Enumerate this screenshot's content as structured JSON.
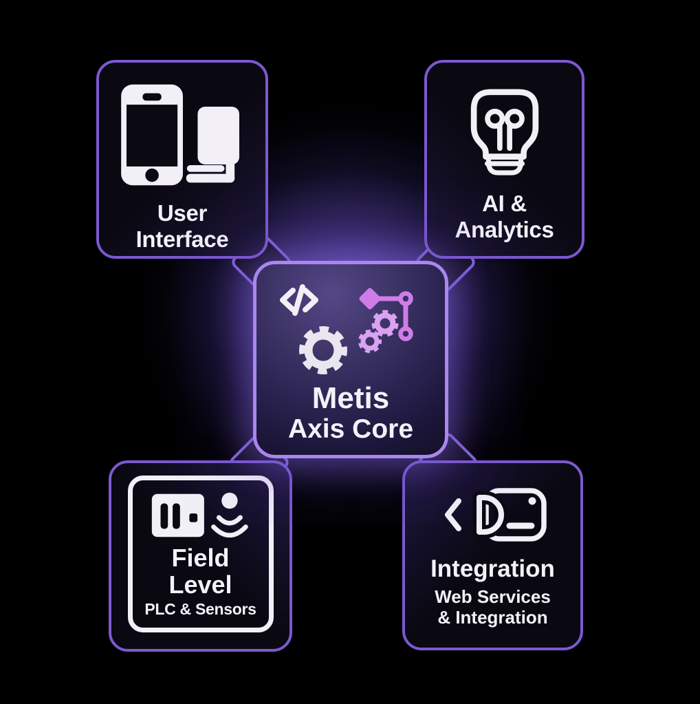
{
  "diagram": {
    "name": "Metis Axis Core architecture diagram"
  },
  "nodes": {
    "user_interface": {
      "label": "User\nInterface",
      "icon": "phone-and-device-icon"
    },
    "ai_analytics": {
      "label": "AI &\nAnalytics",
      "icon": "lightbulb-idea-icon"
    },
    "metis_core": {
      "title": "Metis",
      "subtitle": "Axis Core",
      "icons": [
        "code-icon",
        "gear-icon",
        "pink-gears-icon",
        "git-branch-icon"
      ]
    },
    "field_level": {
      "label": "Field\nLevel",
      "sublabel": "PLC & Sensors",
      "icon": "plc-and-sensor-icon"
    },
    "integration": {
      "label": "Integration",
      "sublabel": "Web Services\n& Integration",
      "icon": "device-code-card-icon"
    }
  },
  "colors": {
    "background": "#000000",
    "outer_box_border": "#7c59d1",
    "core_box_border": "#a987ee",
    "box_fill": "#0b0913",
    "core_glow": "#7a5fd6",
    "icon_white": "#f2f0f6",
    "accent_pink": "#cf7ce8",
    "accent_pink_light": "#daa3f2",
    "text": "#f4f2f8"
  }
}
